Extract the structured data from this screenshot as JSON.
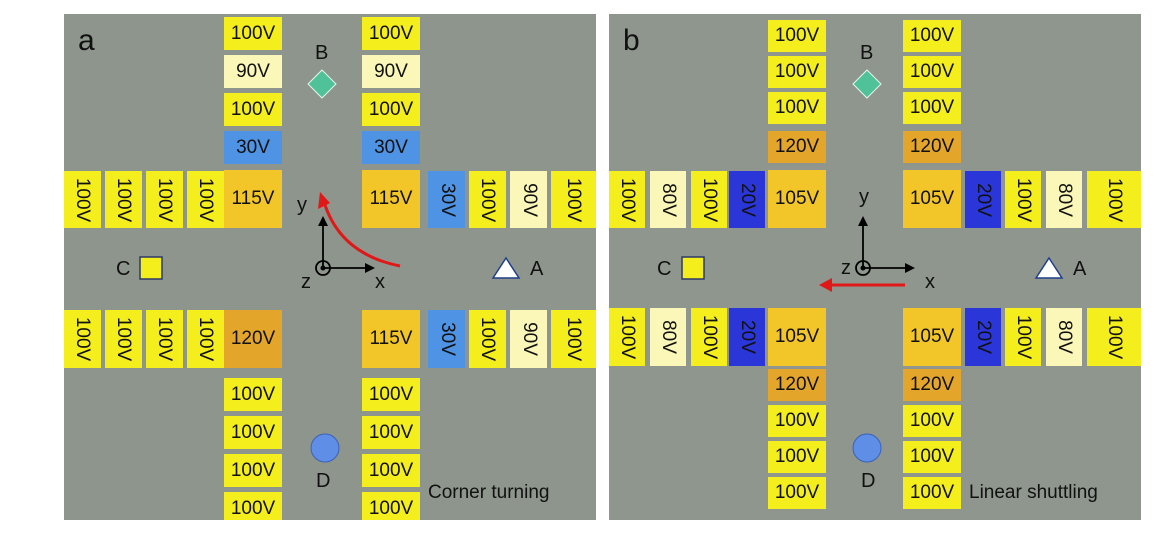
{
  "panels": [
    {
      "letter": "a",
      "caption": "Corner turning",
      "arrow": "curved",
      "colors": {
        "100V": "#f4ee1c",
        "90V": "#faf7b8",
        "30V": "#4e93e4",
        "115V": "#f2c628",
        "120V": "#e4a62a"
      },
      "top_left": [
        "100V",
        "90V",
        "100V",
        "30V"
      ],
      "top_right": [
        "100V",
        "90V",
        "100V",
        "30V"
      ],
      "bottom_left": [
        "100V",
        "100V",
        "100V",
        "100V"
      ],
      "bottom_right": [
        "100V",
        "100V",
        "100V",
        "100V"
      ],
      "left_upper": [
        "100V",
        "100V",
        "100V",
        "100V"
      ],
      "left_lower": [
        "100V",
        "100V",
        "100V",
        "100V"
      ],
      "right_upper": [
        "30V",
        "100V",
        "90V",
        "100V"
      ],
      "right_lower": [
        "30V",
        "100V",
        "90V",
        "100V"
      ],
      "corners": {
        "tl": "115V",
        "tr": "115V",
        "bl": "120V",
        "br": "115V"
      },
      "markers": {
        "B": "B",
        "C": "C",
        "A": "A",
        "D": "D"
      },
      "axes": {
        "x": "x",
        "y": "y",
        "z": "z"
      }
    },
    {
      "letter": "b",
      "caption": "Linear shuttling",
      "arrow": "straight",
      "colors": {
        "100V": "#f4ee1c",
        "80V": "#faf7b8",
        "20V": "#2a36d8",
        "120V": "#e4a62a",
        "105V": "#f2c628"
      },
      "top_left": [
        "100V",
        "100V",
        "100V",
        "120V"
      ],
      "top_right": [
        "100V",
        "100V",
        "100V",
        "120V"
      ],
      "bottom_left": [
        "120V",
        "100V",
        "100V",
        "100V"
      ],
      "bottom_right": [
        "120V",
        "100V",
        "100V",
        "100V"
      ],
      "left_upper": [
        "100V",
        "80V",
        "100V",
        "20V"
      ],
      "left_lower": [
        "100V",
        "80V",
        "100V",
        "20V"
      ],
      "right_upper": [
        "20V",
        "100V",
        "80V",
        "100V"
      ],
      "right_lower": [
        "20V",
        "100V",
        "80V",
        "100V"
      ],
      "corners": {
        "tl": "105V",
        "tr": "105V",
        "bl": "105V",
        "br": "105V"
      },
      "markers": {
        "B": "B",
        "C": "C",
        "A": "A",
        "D": "D"
      },
      "axes": {
        "x": "x",
        "y": "y",
        "z": "z"
      }
    }
  ]
}
